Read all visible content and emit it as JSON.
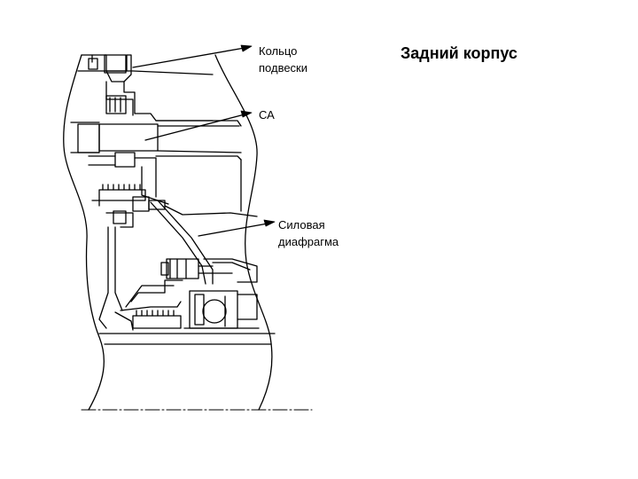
{
  "slide": {
    "title": "Задний корпус"
  },
  "labels": {
    "ring": {
      "line1": "Кольцо",
      "line2": "подвески"
    },
    "ca": {
      "line1": "СА"
    },
    "diaphragm": {
      "line1": "Силовая",
      "line2": "диафрагма"
    }
  },
  "colors": {
    "ink": "#000000",
    "background": "#ffffff"
  }
}
